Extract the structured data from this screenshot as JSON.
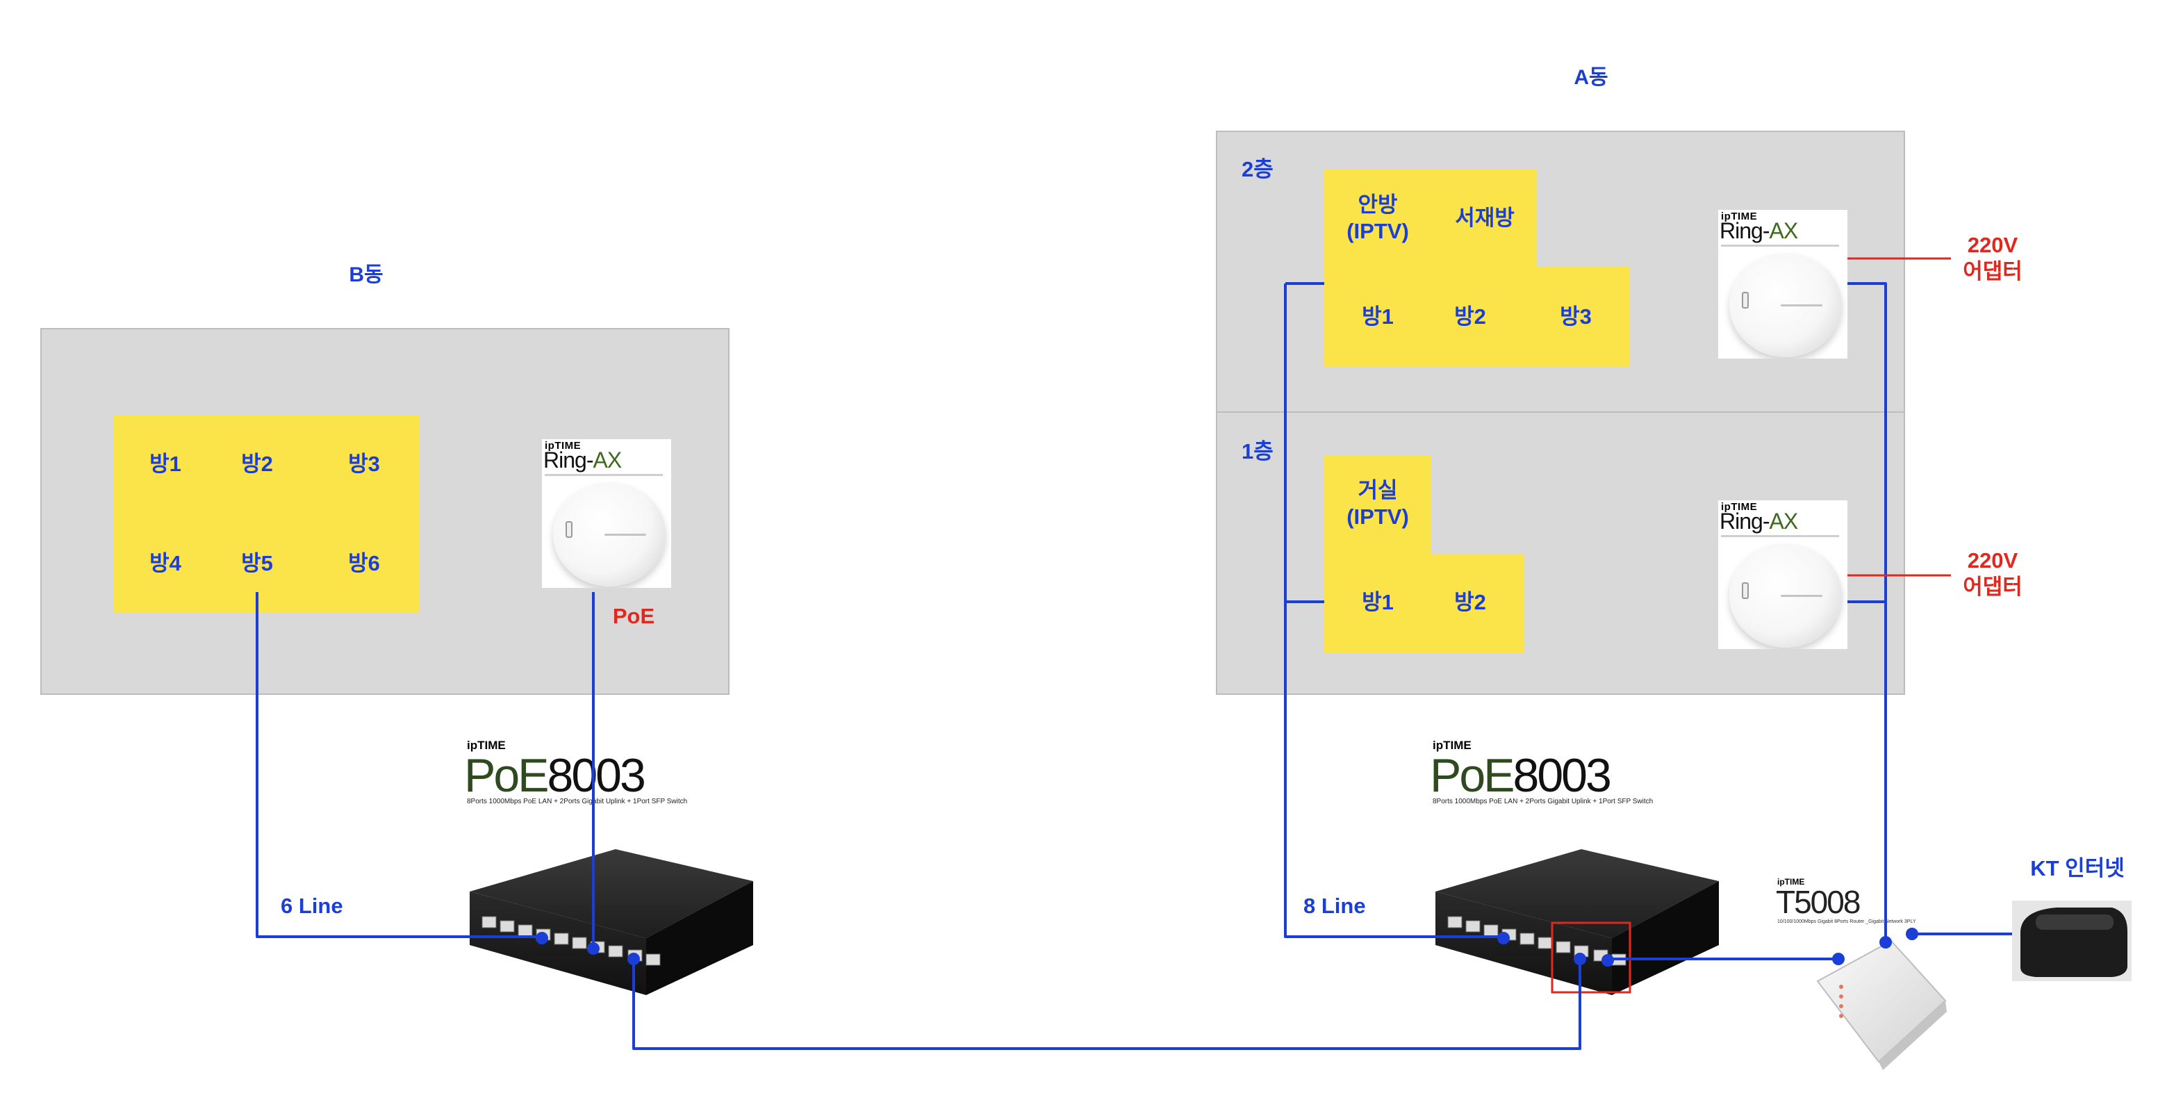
{
  "buildings": {
    "b": {
      "title": "B동",
      "rooms": [
        "방1",
        "방2",
        "방3",
        "방4",
        "방5",
        "방6"
      ],
      "poe_label": "PoE",
      "line_label": "6 Line"
    },
    "a": {
      "title": "A동",
      "floor2": {
        "label": "2층",
        "rooms": [
          "안방\n(IPTV)",
          "서재방",
          "방1",
          "방2",
          "방3"
        ],
        "adapter_label": "220V\n어댑터"
      },
      "floor1": {
        "label": "1층",
        "rooms": [
          "거실\n(IPTV)",
          "방1",
          "방2"
        ],
        "adapter_label": "220V\n어댑터"
      },
      "line_label": "8 Line"
    }
  },
  "devices": {
    "access_point": {
      "brand": "ipTIME",
      "model_prefix": "Ring-",
      "model_suffix": "AX"
    },
    "switch": {
      "brand": "ipTIME",
      "model_prefix": "PoE",
      "model_suffix": "8003",
      "subtitle": "8Ports 1000Mbps PoE LAN + 2Ports Gigabit Uplink + 1Port SFP Switch"
    },
    "router": {
      "brand": "ipTIME",
      "model": "T5008",
      "subtitle": "10/100/1000Mbps Gigabit 8Ports Router _Gigabit Network 3PLY"
    },
    "modem": {
      "label": "KT 인터넷"
    }
  },
  "colors": {
    "wire": "#1b3fd6",
    "room_fill": "#fbe34a",
    "building_fill": "#d9d9d9",
    "warning_text": "#e0281e",
    "highlight_box": "#e0281e"
  }
}
